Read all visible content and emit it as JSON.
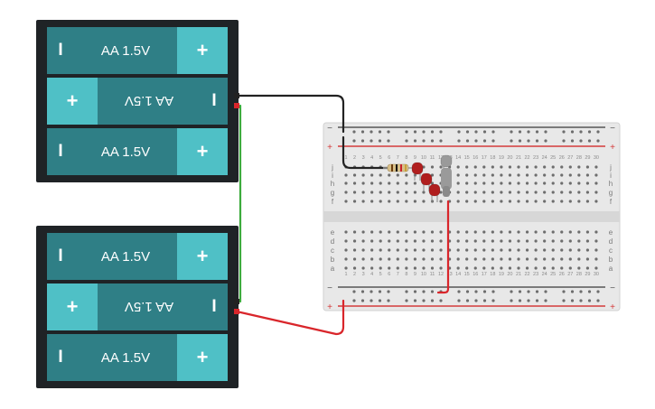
{
  "battery_packs": [
    {
      "name": "pack-top",
      "cells": [
        {
          "label": "AA 1.5V",
          "neg": "I",
          "pos": "+",
          "reversed": false
        },
        {
          "label": "AA 1.5V",
          "neg": "I",
          "pos": "+",
          "reversed": true
        },
        {
          "label": "AA 1.5V",
          "neg": "I",
          "pos": "+",
          "reversed": false
        }
      ]
    },
    {
      "name": "pack-bottom",
      "cells": [
        {
          "label": "AA 1.5V",
          "neg": "I",
          "pos": "+",
          "reversed": false
        },
        {
          "label": "AA 1.5V",
          "neg": "I",
          "pos": "+",
          "reversed": true
        },
        {
          "label": "AA 1.5V",
          "neg": "I",
          "pos": "+",
          "reversed": false
        }
      ]
    }
  ],
  "breadboard": {
    "rail_minus": "−",
    "rail_plus": "+",
    "row_letters_top": [
      "j",
      "i",
      "h",
      "g",
      "f"
    ],
    "row_letters_bottom": [
      "e",
      "d",
      "c",
      "b",
      "a"
    ],
    "column_numbers": [
      "1",
      "2",
      "3",
      "4",
      "5",
      "6",
      "7",
      "8",
      "9",
      "10",
      "11",
      "12",
      "13",
      "14",
      "15",
      "16",
      "17",
      "18",
      "19",
      "20",
      "21",
      "22",
      "23",
      "24",
      "25",
      "26",
      "27",
      "28",
      "29",
      "30"
    ]
  },
  "colors": {
    "battery_body": "#2f7f86",
    "battery_cap": "#4fc0c6",
    "pack_case": "#1f2326",
    "wire_black": "#222222",
    "wire_red": "#d9262b",
    "wire_green": "#3cab3c",
    "led_red": "#b01e1e",
    "led_gray": "#9a9a9a",
    "rail_red": "#d43a3a",
    "board": "#e8e8e8"
  }
}
